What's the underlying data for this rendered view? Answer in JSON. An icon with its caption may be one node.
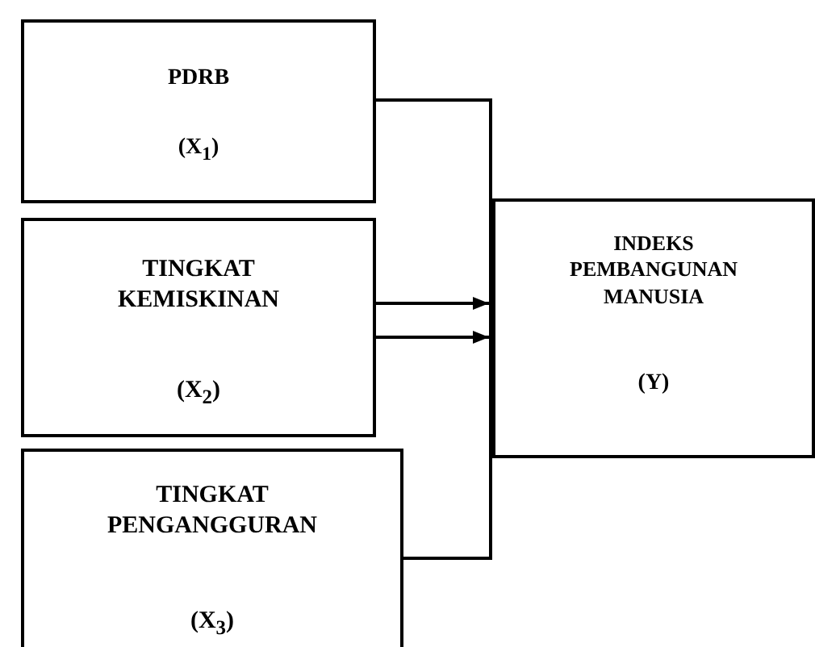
{
  "diagram": {
    "nodes": [
      {
        "text": [
          "PDRB",
          "(X$_{1}$)"
        ]
      },
      {
        "text": [
          "TINGKAT KEMISKINAN",
          "(X$_{2}$)"
        ]
      },
      {
        "text": [
          "TINGKAT PENGANGGURAN",
          "(X$_{3}$)"
        ]
      },
      {
        "text": [
          "INDEKS PEMBANGUNAN MANUSIA",
          "(Y)"
        ]
      }
    ],
    "edges": [
      {
        "from": 0,
        "to": 3,
        "arrow": "none"
      },
      {
        "from": 1,
        "to": 3,
        "arrow": "to"
      },
      {
        "from": 1,
        "to": 3,
        "arrow": "to"
      },
      {
        "from": 2,
        "to": 3,
        "arrow": "none"
      }
    ]
  }
}
